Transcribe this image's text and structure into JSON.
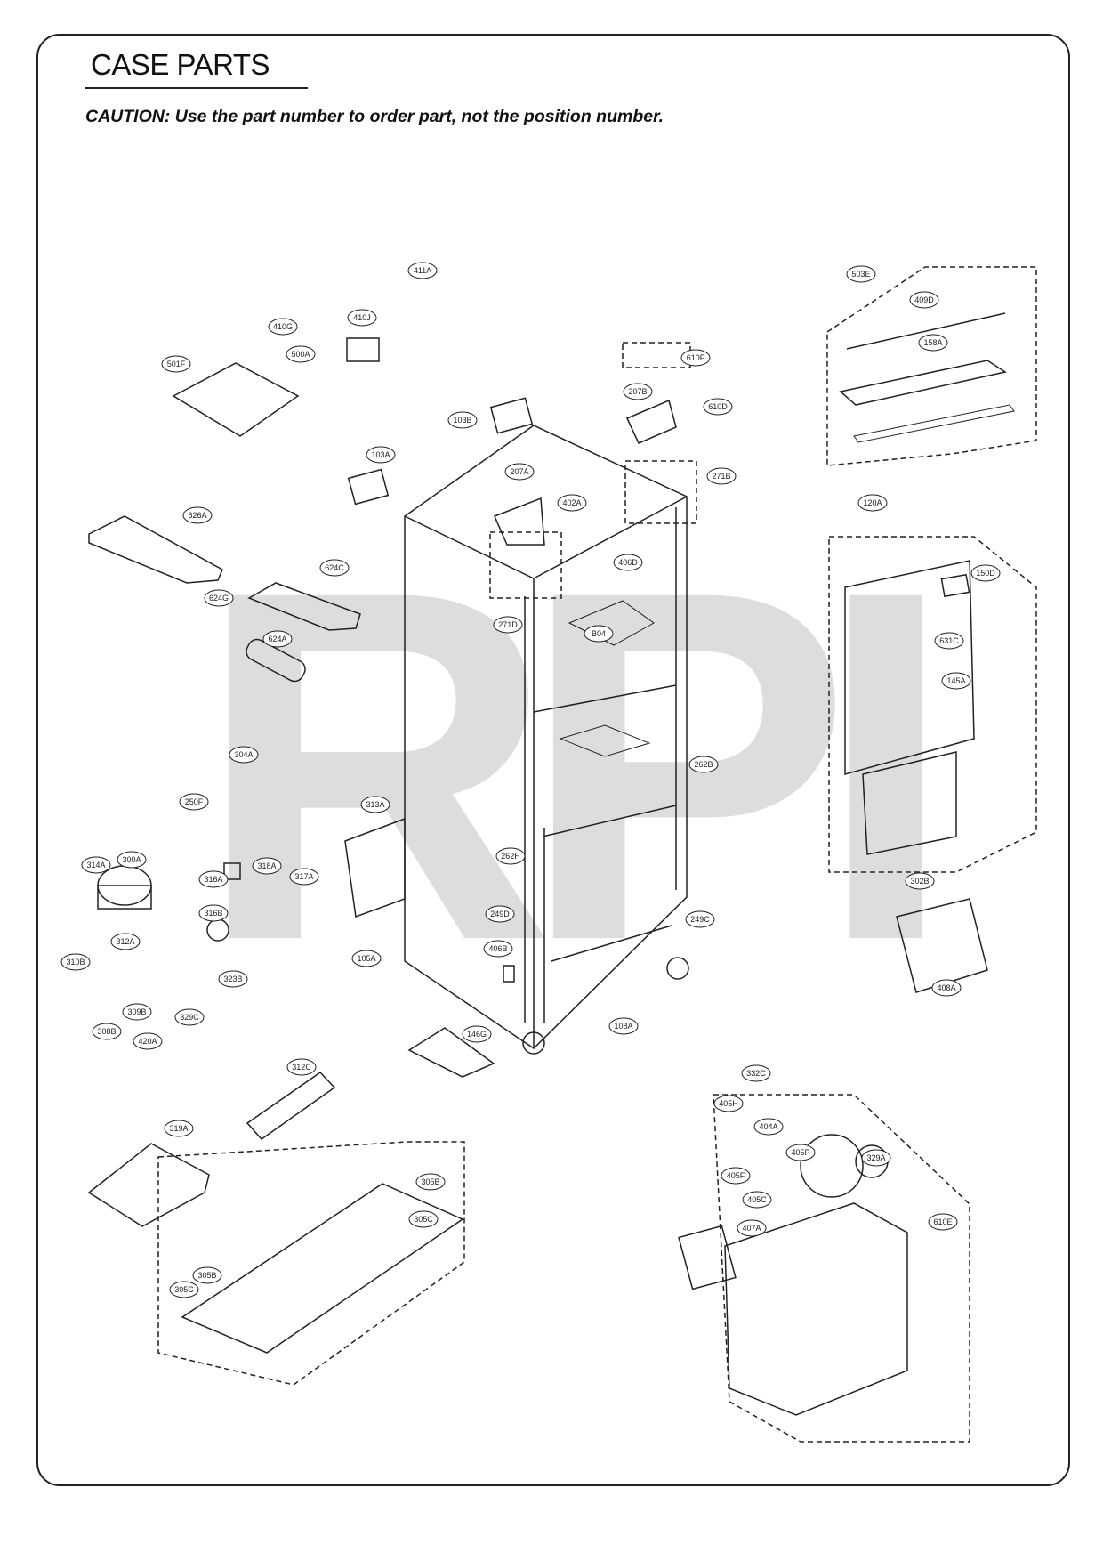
{
  "header": {
    "title": "CASE PARTS",
    "caution": "CAUTION: Use the part number to order part, not the position number."
  },
  "watermark": {
    "text": "RPI"
  },
  "parts": {
    "p411A": "411A",
    "p410G": "410G",
    "p410J": "410J",
    "p500A": "500A",
    "p501F": "501F",
    "p103B": "103B",
    "p103A": "103A",
    "p610F": "610F",
    "p207B": "207B",
    "p610D": "610D",
    "p207A": "207A",
    "p402A": "402A",
    "p271B": "271B",
    "p271D": "271D",
    "p406D": "406D",
    "pB04": "B04",
    "p626A": "626A",
    "p624C": "624C",
    "p624G": "624G",
    "p624A": "624A",
    "p503E": "503E",
    "p409D": "409D",
    "p158A": "158A",
    "p120A": "120A",
    "p150D": "150D",
    "p631C": "631C",
    "p145A": "145A",
    "p262B": "262B",
    "p304A": "304A",
    "p250F": "250F",
    "p313A": "313A",
    "p262H": "262H",
    "p314A": "314A",
    "p300A": "300A",
    "p316A": "316A",
    "p316B": "316B",
    "p318A": "318A",
    "p317A": "317A",
    "p310B": "310B",
    "p312A": "312A",
    "p249D": "249D",
    "p249C": "249C",
    "p406B": "406B",
    "p105A": "105A",
    "p302B": "302B",
    "p408A": "408A",
    "p323B": "323B",
    "p309B": "309B",
    "p308B": "308B",
    "p420A": "420A",
    "p329C": "329C",
    "p146G": "146G",
    "p108A": "108A",
    "p312C": "312C",
    "p332C": "332C",
    "p405H": "405H",
    "p404A": "404A",
    "p405P": "405P",
    "p329A": "329A",
    "p405F": "405F",
    "p405C": "405C",
    "p319A": "319A",
    "p305B": "305B",
    "p305C": "305C",
    "p305B2": "305B",
    "p305C2": "305C",
    "p407A": "407A",
    "p610E": "610E"
  }
}
